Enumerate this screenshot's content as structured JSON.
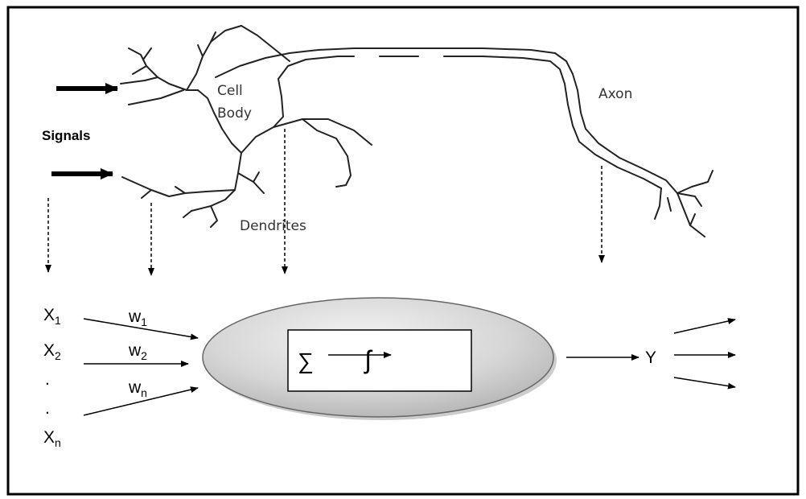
{
  "neuron": {
    "cell_label_line1": "Cell",
    "cell_label_line2": "Body",
    "axon_label": "Axon",
    "dendrites_label": "Dendrites"
  },
  "signals_label": "Signals",
  "inputs": {
    "x1": "X",
    "x1_sub": "1",
    "x2": "X",
    "x2_sub": "2",
    "dot1": ".",
    "dot2": ".",
    "xn": "X",
    "xn_sub": "n"
  },
  "weights": {
    "w1": "w",
    "w1_sub": "1",
    "w2": "w",
    "w2_sub": "2",
    "wn": "w",
    "wn_sub": "n"
  },
  "unit": {
    "sum_symbol": "∑",
    "func_symbol": "ʃ"
  },
  "output_label": "Y"
}
